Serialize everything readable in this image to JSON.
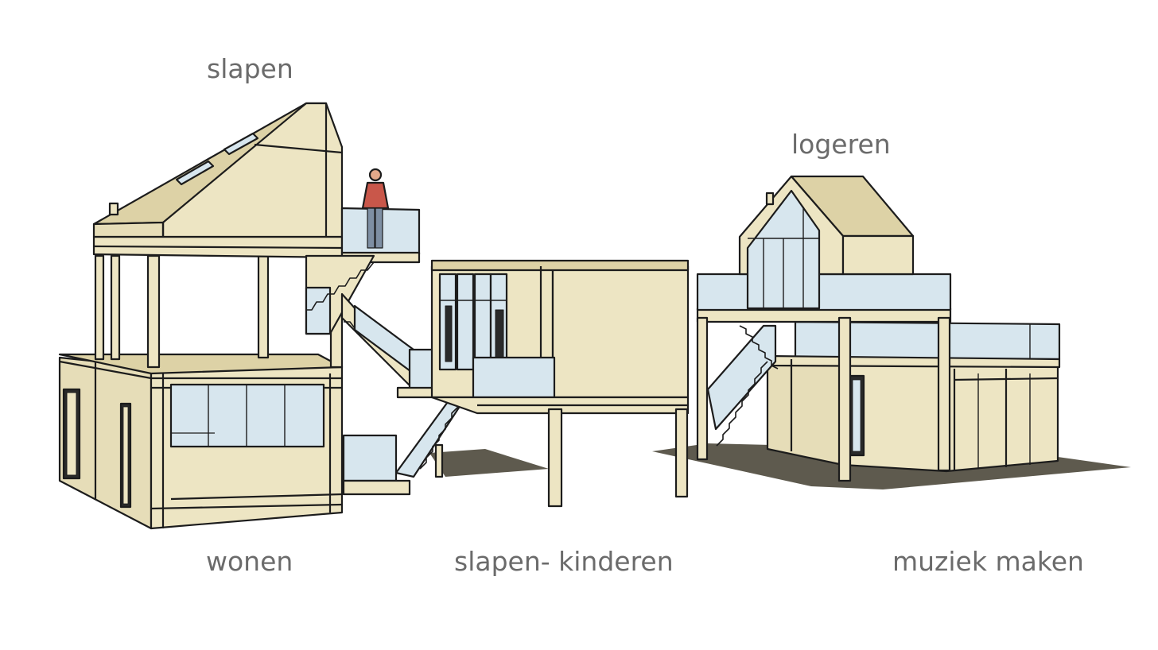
{
  "labels": {
    "slapen": "slapen",
    "logeren": "logeren",
    "wonen": "wonen",
    "slapen_kinderen": "slapen- kinderen",
    "muziek_maken": "muziek maken"
  },
  "colors": {
    "wood": "#ede5c3",
    "wood_dark": "#ddd2a6",
    "glass": "#d7e6ee",
    "shadow": "#5e5a4e",
    "outline": "#1c1c1c",
    "person_shirt": "#c9574a",
    "label": "#6b6b6b"
  }
}
